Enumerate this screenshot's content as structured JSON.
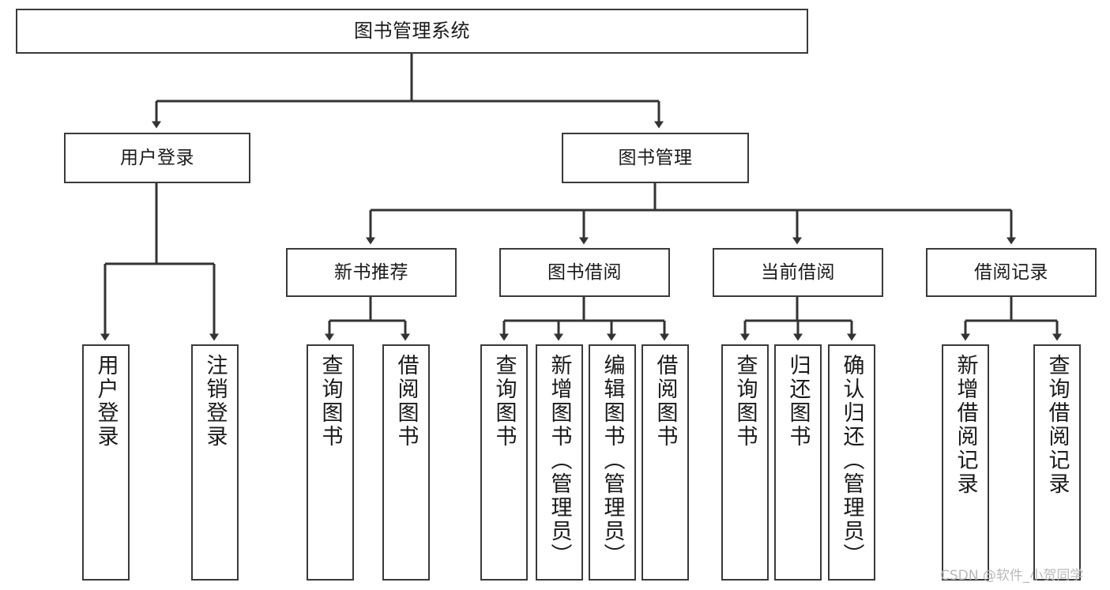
{
  "diagram": {
    "title": "图书管理系统",
    "type": "tree-hierarchy-chart",
    "orientation": "top-down",
    "colors": {
      "box_border": "#3a3a3a",
      "box_fill": "#ffffff",
      "connector": "#333333",
      "text": "#1a1a1a",
      "watermark": "#b9b9b9",
      "background": "#ffffff"
    }
  },
  "nodes": {
    "root": {
      "label": "图书管理系统"
    },
    "level2": [
      {
        "label": "用户登录"
      },
      {
        "label": "图书管理"
      }
    ],
    "level3": [
      {
        "label": "新书推荐"
      },
      {
        "label": "图书借阅"
      },
      {
        "label": "当前借阅"
      },
      {
        "label": "借阅记录"
      }
    ],
    "leaves": {
      "user_login": [
        {
          "label": "用户登录"
        },
        {
          "label": "注销登录"
        }
      ],
      "new_book_recommend": [
        {
          "label": "查询图书"
        },
        {
          "label": "借阅图书"
        }
      ],
      "book_borrow": [
        {
          "label": "查询图书"
        },
        {
          "label": "新增图书（管理员）"
        },
        {
          "label": "编辑图书（管理员）"
        },
        {
          "label": "借阅图书"
        }
      ],
      "current_borrow": [
        {
          "label": "查询图书"
        },
        {
          "label": "归还图书"
        },
        {
          "label": "确认归还（管理员）"
        }
      ],
      "borrow_record": [
        {
          "label": "新增借阅记录"
        },
        {
          "label": "查询借阅记录"
        }
      ]
    }
  },
  "watermark": {
    "text": "CSDN @软件_小贺同学"
  }
}
